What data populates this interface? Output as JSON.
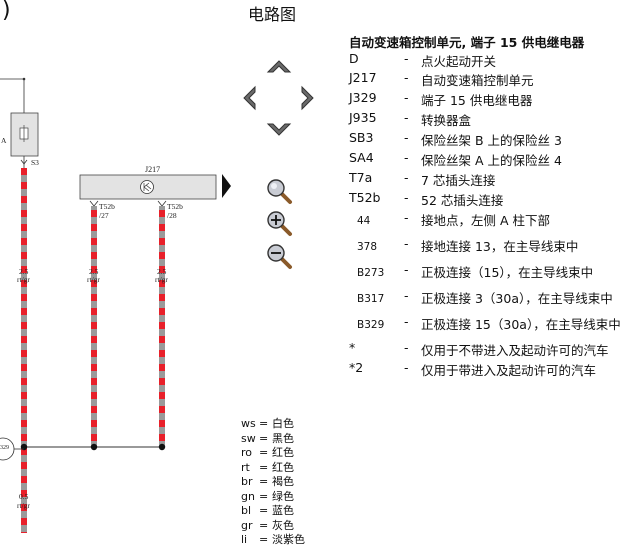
{
  "title": "电路图",
  "paren": ")",
  "legend": {
    "heading": "自动变速箱控制单元, 端子 15 供电继电器",
    "items": [
      {
        "code": "D",
        "dash": "-",
        "desc": "点火起动开关"
      },
      {
        "code": "J217",
        "dash": "-",
        "desc": "自动变速箱控制单元"
      },
      {
        "code": "J329",
        "dash": "-",
        "desc": "端子 15 供电继电器"
      },
      {
        "code": "J935",
        "dash": "-",
        "desc": "转换器盒"
      },
      {
        "code": "SB3",
        "dash": "-",
        "desc": "保险丝架 B 上的保险丝 3"
      },
      {
        "code": "SA4",
        "dash": "-",
        "desc": "保险丝架 A 上的保险丝 4"
      },
      {
        "code": "T7a",
        "dash": "-",
        "desc": "7 芯插头连接"
      },
      {
        "code": "T52b",
        "dash": "-",
        "desc": "52 芯插头连接"
      },
      {
        "code": "44",
        "dash": "-",
        "desc": "接地点，左侧 A 柱下部"
      },
      {
        "code": "378",
        "dash": "-",
        "desc": "接地连接 13，在主导线束中"
      },
      {
        "code": "B273",
        "dash": "-",
        "desc": "正极连接（15），在主导线束中"
      },
      {
        "code": "B317",
        "dash": "-",
        "desc": "正极连接 3（30a），在主导线束中"
      },
      {
        "code": "B329",
        "dash": "-",
        "desc": "正极连接 15（30a），在主导线束中"
      },
      {
        "code": "*",
        "dash": "-",
        "desc": "仅用于不带进入及起动许可的汽车"
      },
      {
        "code": "*2",
        "dash": "-",
        "desc": "仅用于带进入及起动许可的汽车"
      }
    ]
  },
  "color_codes": [
    {
      "abbr": "ws",
      "eq": "=",
      "name": "白色"
    },
    {
      "abbr": "sw",
      "eq": "=",
      "name": "黑色"
    },
    {
      "abbr": "ro",
      "eq": "=",
      "name": "红色"
    },
    {
      "abbr": "rt",
      "eq": "=",
      "name": "红色"
    },
    {
      "abbr": "br",
      "eq": "=",
      "name": "褐色"
    },
    {
      "abbr": "gn",
      "eq": "=",
      "name": "绿色"
    },
    {
      "abbr": "bl",
      "eq": "=",
      "name": "蓝色"
    },
    {
      "abbr": "gr",
      "eq": "=",
      "name": "灰色"
    },
    {
      "abbr": "li",
      "eq": "=",
      "name": "淡紫色"
    }
  ],
  "diagram": {
    "component_label": "J217",
    "fuse_label": "S3",
    "fuse_side_label": "A",
    "connector_left_label": "T52b",
    "connector_left_pin": "/27",
    "connector_right_label": "T52b",
    "connector_right_pin": "/28",
    "wire_size": "2.5",
    "wire_color": "rt/gr",
    "bottom_wire_size": "0.5",
    "bottom_wire_color": "rt/gr",
    "circle_label": "329",
    "colors": {
      "wire_red": "#e8202a",
      "wire_gray": "#9a9a9a",
      "box_fill": "#e3e3e3"
    }
  },
  "nav": {
    "icon": "triangle"
  },
  "tools": {
    "zoom": "magnifier",
    "zoom_in": "plus",
    "zoom_out": "minus"
  }
}
